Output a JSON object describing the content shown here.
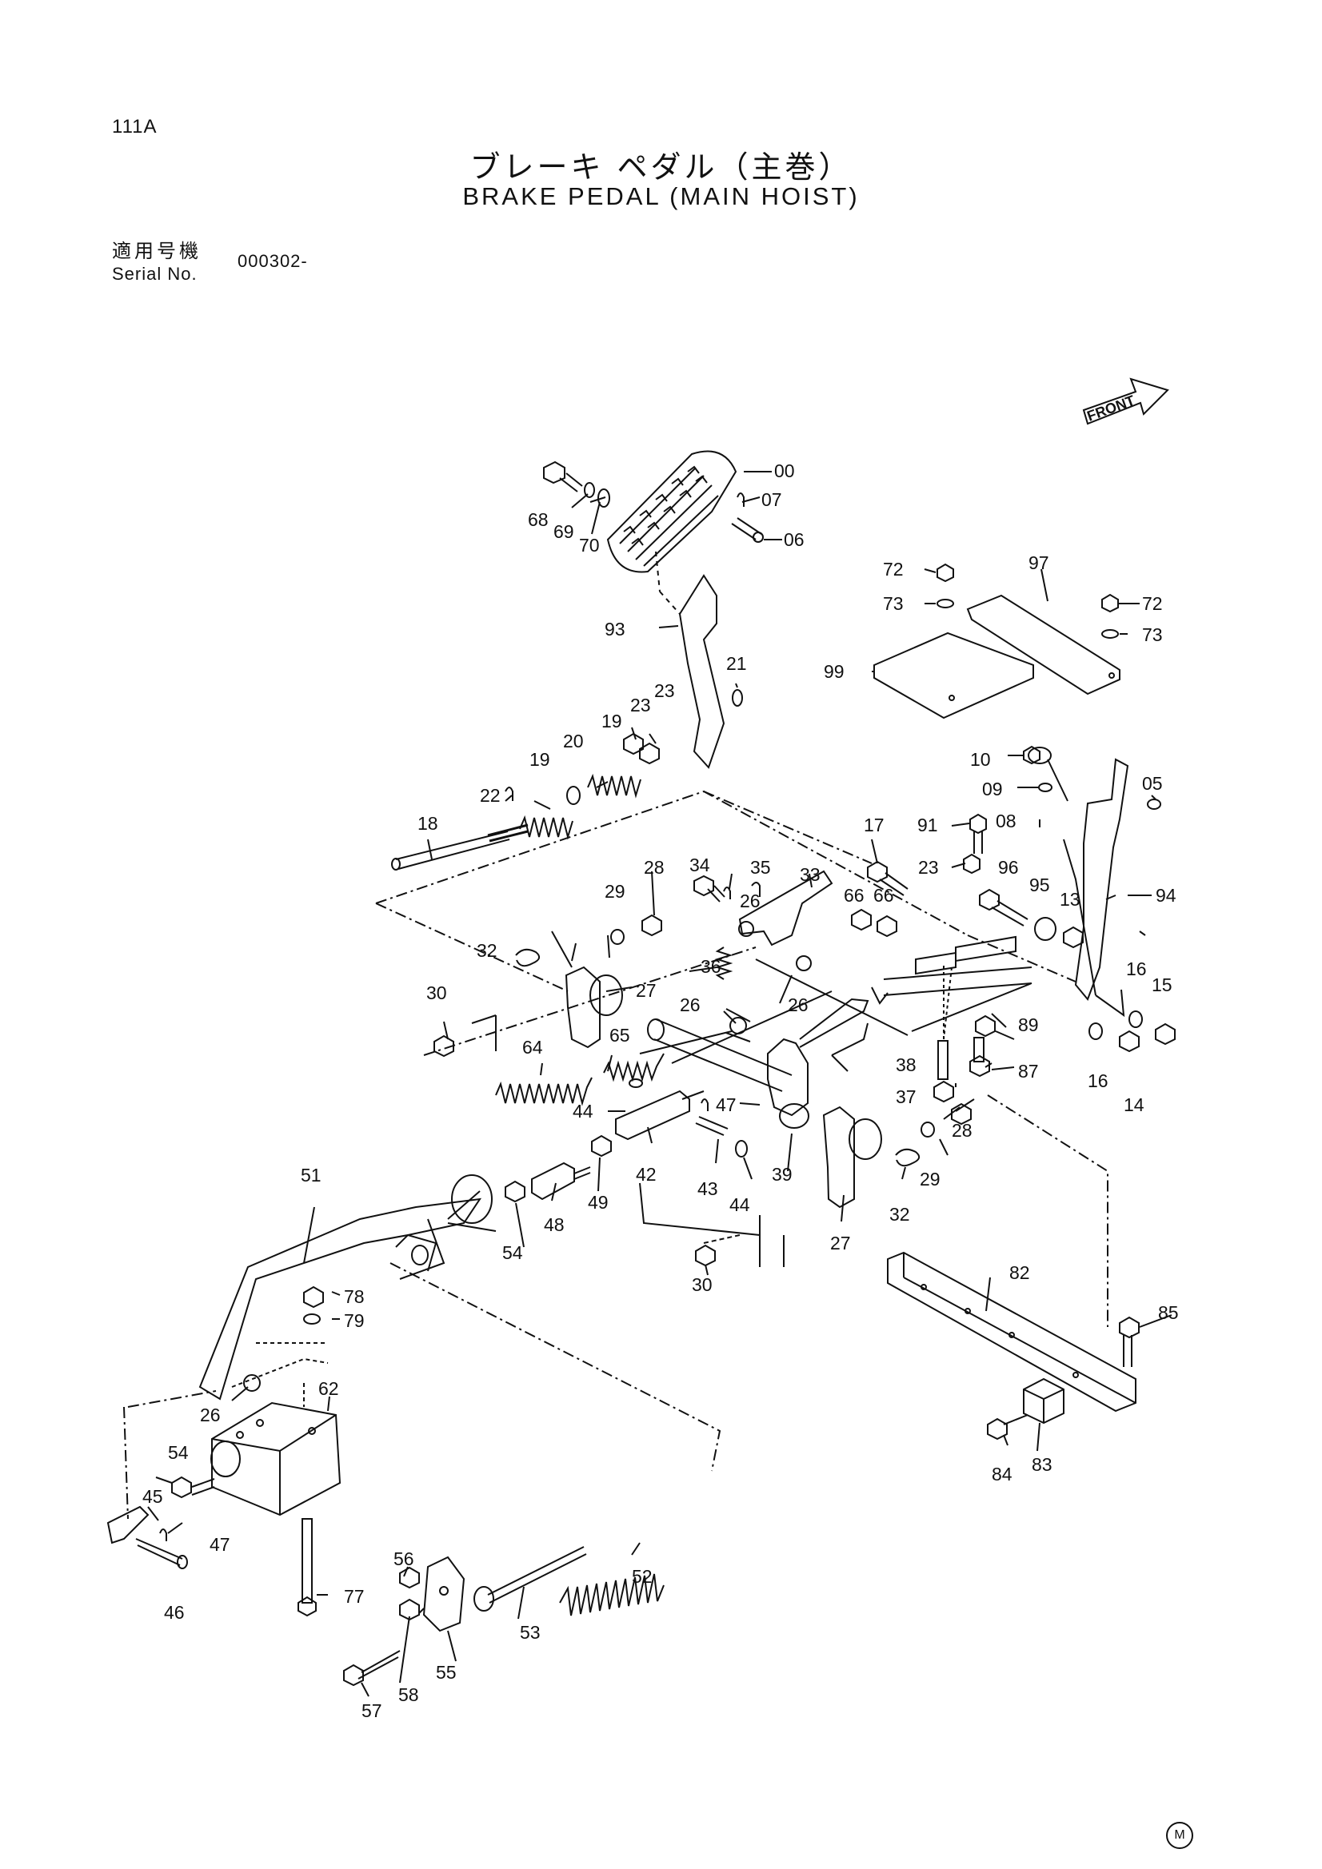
{
  "header": {
    "page_code": "111A",
    "title_jp": "ブレーキ ペダル（主巻）",
    "title_en": "BRAKE PEDAL (MAIN HOIST)",
    "serial_label_jp": "適用号機",
    "serial_label_en": "Serial No.",
    "serial_value": "000302-"
  },
  "front_label": "FRONT",
  "footer_mark": "M",
  "colors": {
    "ink": "#111111",
    "paper": "#ffffff"
  },
  "part_labels": {
    "p00": "00",
    "p07": "07",
    "p06": "06",
    "p68": "68",
    "p69": "69",
    "p70": "70",
    "p93": "93",
    "p21": "21",
    "p23a": "23",
    "p23b": "23",
    "p19a": "19",
    "p20": "20",
    "p19b": "19",
    "p22": "22",
    "p18": "18",
    "p72a": "72",
    "p97": "97",
    "p73a": "73",
    "p72b": "72",
    "p73b": "73",
    "p99": "99",
    "p10": "10",
    "p09": "09",
    "p05": "05",
    "p08": "08",
    "p91": "91",
    "p17": "17",
    "p23c": "23",
    "p96": "96",
    "p95": "95",
    "p13": "13",
    "p94": "94",
    "p16a": "16",
    "p15": "15",
    "p16b": "16",
    "p14": "14",
    "p89": "89",
    "p38": "38",
    "p87": "87",
    "p37": "37",
    "p28a": "28",
    "p34": "34",
    "p35": "35",
    "p33": "33",
    "p29a": "29",
    "p26a": "26",
    "p66a": "66",
    "p66b": "66",
    "p32a": "32",
    "p27a": "27",
    "p36": "36",
    "p30a": "30",
    "p26b": "26",
    "p26c": "26",
    "p65": "65",
    "p64": "64",
    "p44a": "44",
    "p47a": "47",
    "p42": "42",
    "p43": "43",
    "p44b": "44",
    "p39": "39",
    "p28b": "28",
    "p29b": "29",
    "p32b": "32",
    "p27b": "27",
    "p51": "51",
    "p54a": "54",
    "p48": "48",
    "p49": "49",
    "p30b": "30",
    "p78": "78",
    "p79": "79",
    "p82": "82",
    "p85": "85",
    "p26d": "26",
    "p62": "62",
    "p83": "83",
    "p84": "84",
    "p54b": "54",
    "p45": "45",
    "p47b": "47",
    "p46": "46",
    "p77": "77",
    "p52": "52",
    "p56": "56",
    "p53": "53",
    "p55": "55",
    "p57": "57",
    "p58": "58"
  }
}
